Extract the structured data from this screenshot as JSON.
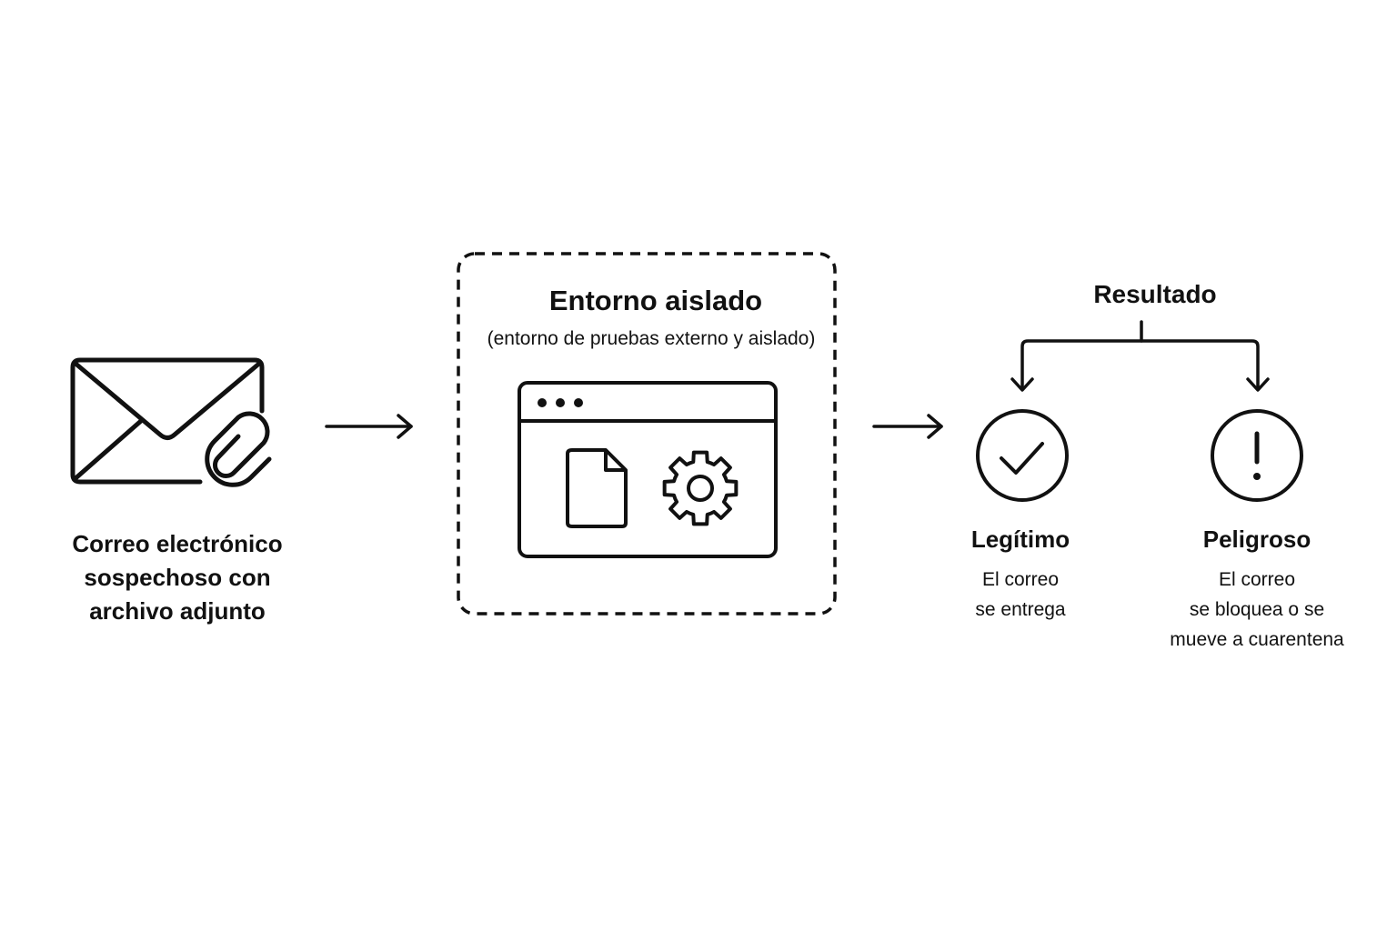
{
  "email": {
    "caption_lines": [
      "Correo electrónico",
      "sospechoso con",
      "archivo adjunto"
    ],
    "icon": "envelope-with-paperclip-icon"
  },
  "sandbox": {
    "title": "Entorno aislado",
    "subtitle": "(entorno de pruebas externo y aislado)",
    "icons": [
      "browser-window-icon",
      "document-icon",
      "gear-icon"
    ]
  },
  "result": {
    "title": "Resultado",
    "outcomes": [
      {
        "title": "Legítimo",
        "desc_lines": [
          "El correo",
          "se entrega"
        ],
        "icon": "checkmark-circle-icon"
      },
      {
        "title": "Peligroso",
        "desc_lines": [
          "El correo",
          "se bloquea o se",
          "mueve a cuarentena"
        ],
        "icon": "exclamation-circle-icon"
      }
    ]
  },
  "colors": {
    "stroke": "#111111",
    "background": "#ffffff"
  }
}
